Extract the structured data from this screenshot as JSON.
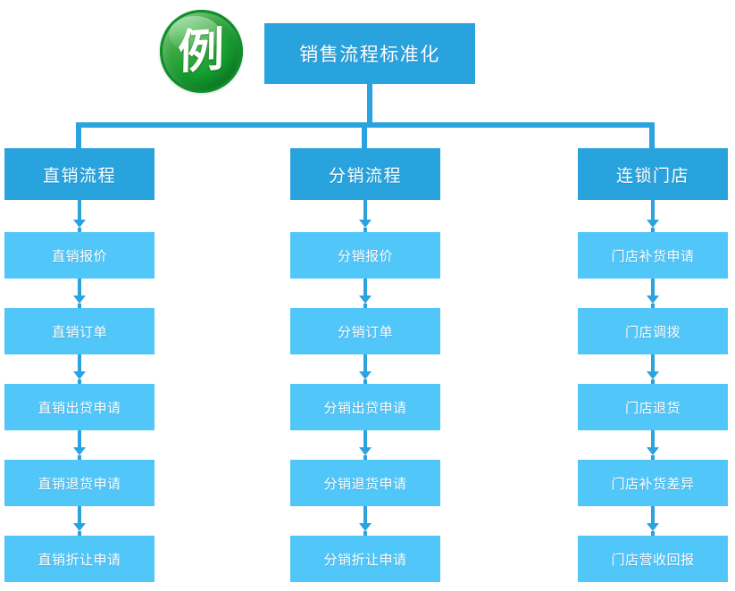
{
  "diagram": {
    "badge": {
      "char": "例",
      "icon": "example-badge-icon",
      "color": "#129f2f"
    },
    "root": {
      "label": "销售流程标准化",
      "color": "#29a3de"
    },
    "category_color": "#29a3de",
    "step_color": "#51c6f9",
    "connector_color": "#2aa3df",
    "columns": [
      {
        "category": "直销流程",
        "steps": [
          "直销报价",
          "直销订单",
          "直销出贷申请",
          "直销退货申请",
          "直销折让申请"
        ]
      },
      {
        "category": "分销流程",
        "steps": [
          "分销报价",
          "分销订单",
          "分销出贷申请",
          "分销退货申请",
          "分销折让申请"
        ]
      },
      {
        "category": "连锁门店",
        "steps": [
          "门店补货申请",
          "门店调拨",
          "门店退货",
          "门店补货差异",
          "门店营收回报"
        ]
      }
    ]
  }
}
